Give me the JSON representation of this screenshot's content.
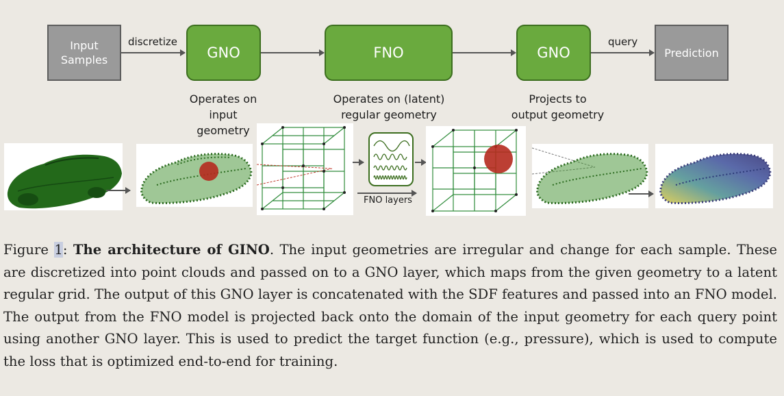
{
  "diagram": {
    "nodes": {
      "input": "Input\nSamples",
      "gno1": "GNO",
      "fno": "FNO",
      "gno2": "GNO",
      "prediction": "Prediction"
    },
    "edge_labels": {
      "discretize": "discretize",
      "query": "query"
    },
    "descriptions": {
      "gno1": "Operates on\ninput geometry",
      "fno": "Operates on (latent)\nregular geometry",
      "gno2": "Projects to\noutput geometry"
    },
    "illustration": {
      "fno_layers_label": "FNO layers"
    },
    "colors": {
      "node_green": "#6aaa3e",
      "node_gray": "#9a9a9a",
      "car_green": "#2e7d1e",
      "sphere_red": "#c0392b"
    }
  },
  "caption": {
    "figure_label": "Figure ",
    "figure_number": "1",
    "separator": ": ",
    "bold_title": "The architecture of GINO",
    "body": ". The input geometries are irregular and change for each sample. These are discretized into point clouds and passed on to a GNO layer, which maps from the given geometry to a latent regular grid. The output of this GNO layer is concatenated with the SDF features and passed into an FNO model. The output from the FNO model is projected back onto the domain of the input geometry for each query point using another GNO layer. This is used to predict the target function (e.g., pressure), which is used to compute the loss that is optimized end-to-end for training."
  }
}
